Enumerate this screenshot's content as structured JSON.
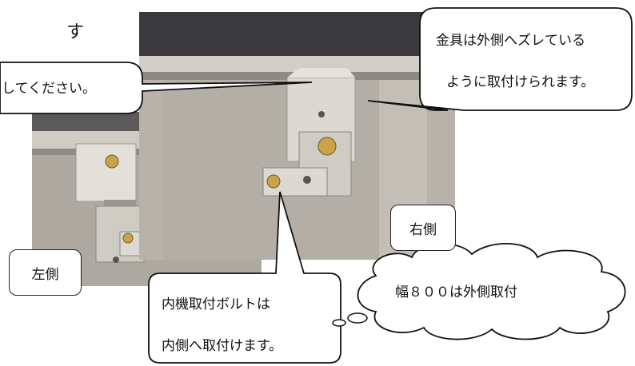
{
  "heading_fragment": "す",
  "callouts": {
    "top_left": "してください。",
    "top_right_line1": "金具は外側へズレている",
    "top_right_line2": "ように取付けられます。",
    "bolt_line1": "内機取付ボルトは",
    "bolt_line2": "内側へ取付けます。",
    "cloud": "幅８００は外側取付"
  },
  "labels": {
    "right_side": "右側",
    "left_side": "左側"
  },
  "icons": {
    "bolt": "bolt-icon",
    "bracket": "bracket-icon"
  },
  "colors": {
    "photo_bg": "#b7b3aa",
    "panel_dark": "#3a3a3e",
    "bracket": "#d8d5cd",
    "bolt_gold": "#c9a24a"
  }
}
